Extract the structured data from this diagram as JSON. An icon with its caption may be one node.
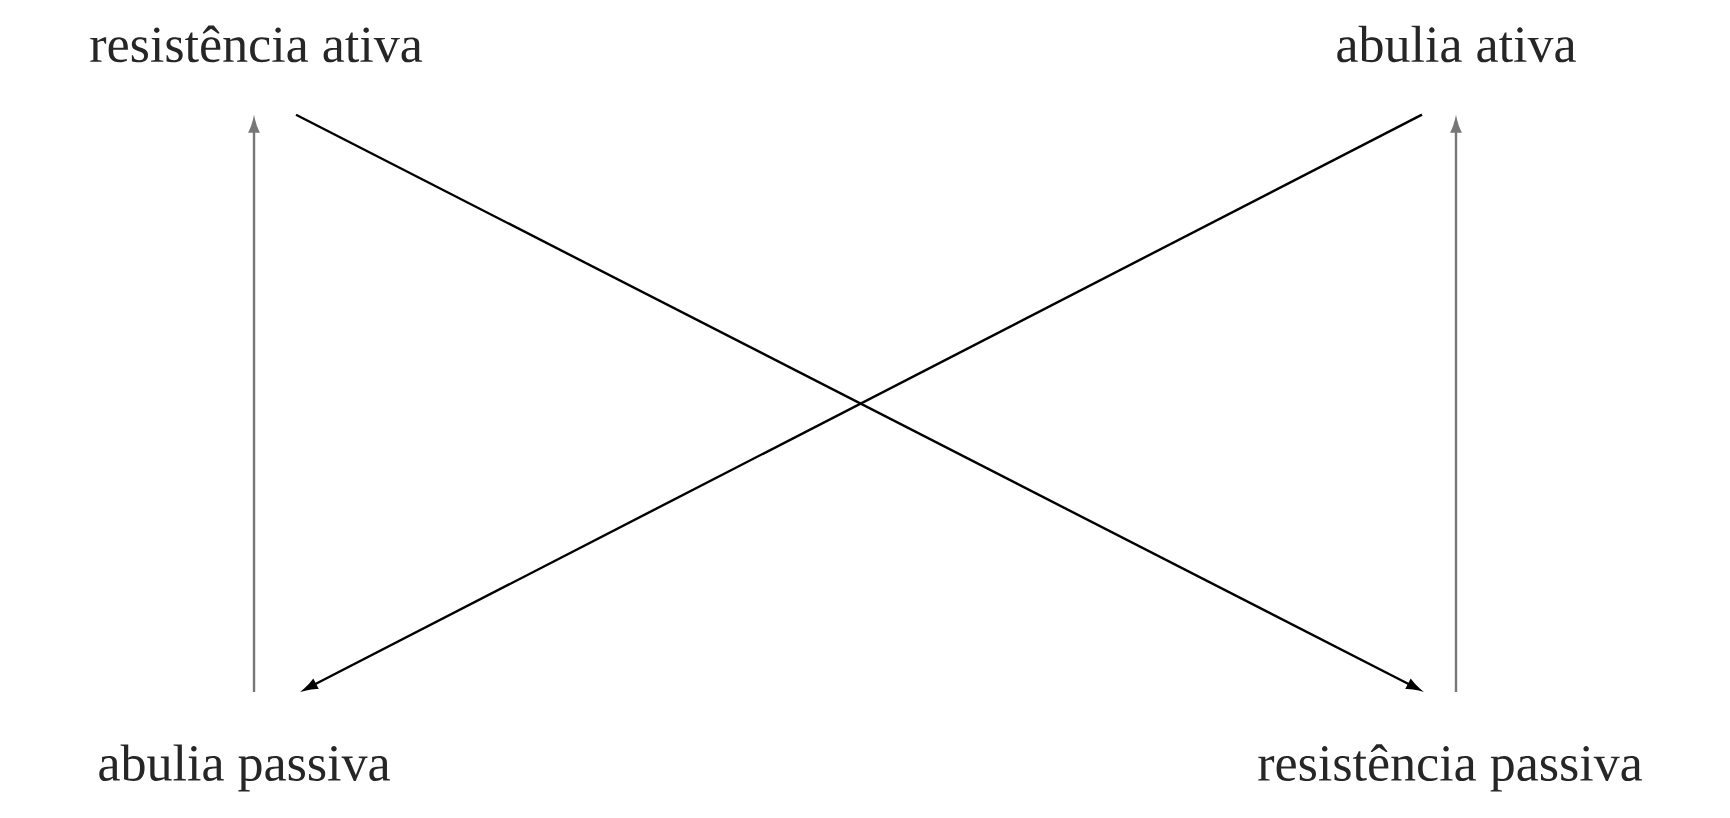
{
  "diagram": {
    "nodes": [
      {
        "text": [
          "resistência ativa"
        ]
      },
      {
        "text": [
          "abulia ativa"
        ]
      },
      {
        "text": [
          "abulia passiva"
        ]
      },
      {
        "text": [
          "resistência passiva"
        ]
      }
    ],
    "edges": [
      {
        "from": 2,
        "to": 0,
        "arrow": "to",
        "color": "#777777"
      },
      {
        "from": 0,
        "to": 3,
        "arrow": "to",
        "color": "#000000"
      },
      {
        "from": 1,
        "to": 2,
        "arrow": "to",
        "color": "#000000"
      },
      {
        "from": 3,
        "to": 1,
        "arrow": "to",
        "color": "#777777"
      }
    ]
  }
}
